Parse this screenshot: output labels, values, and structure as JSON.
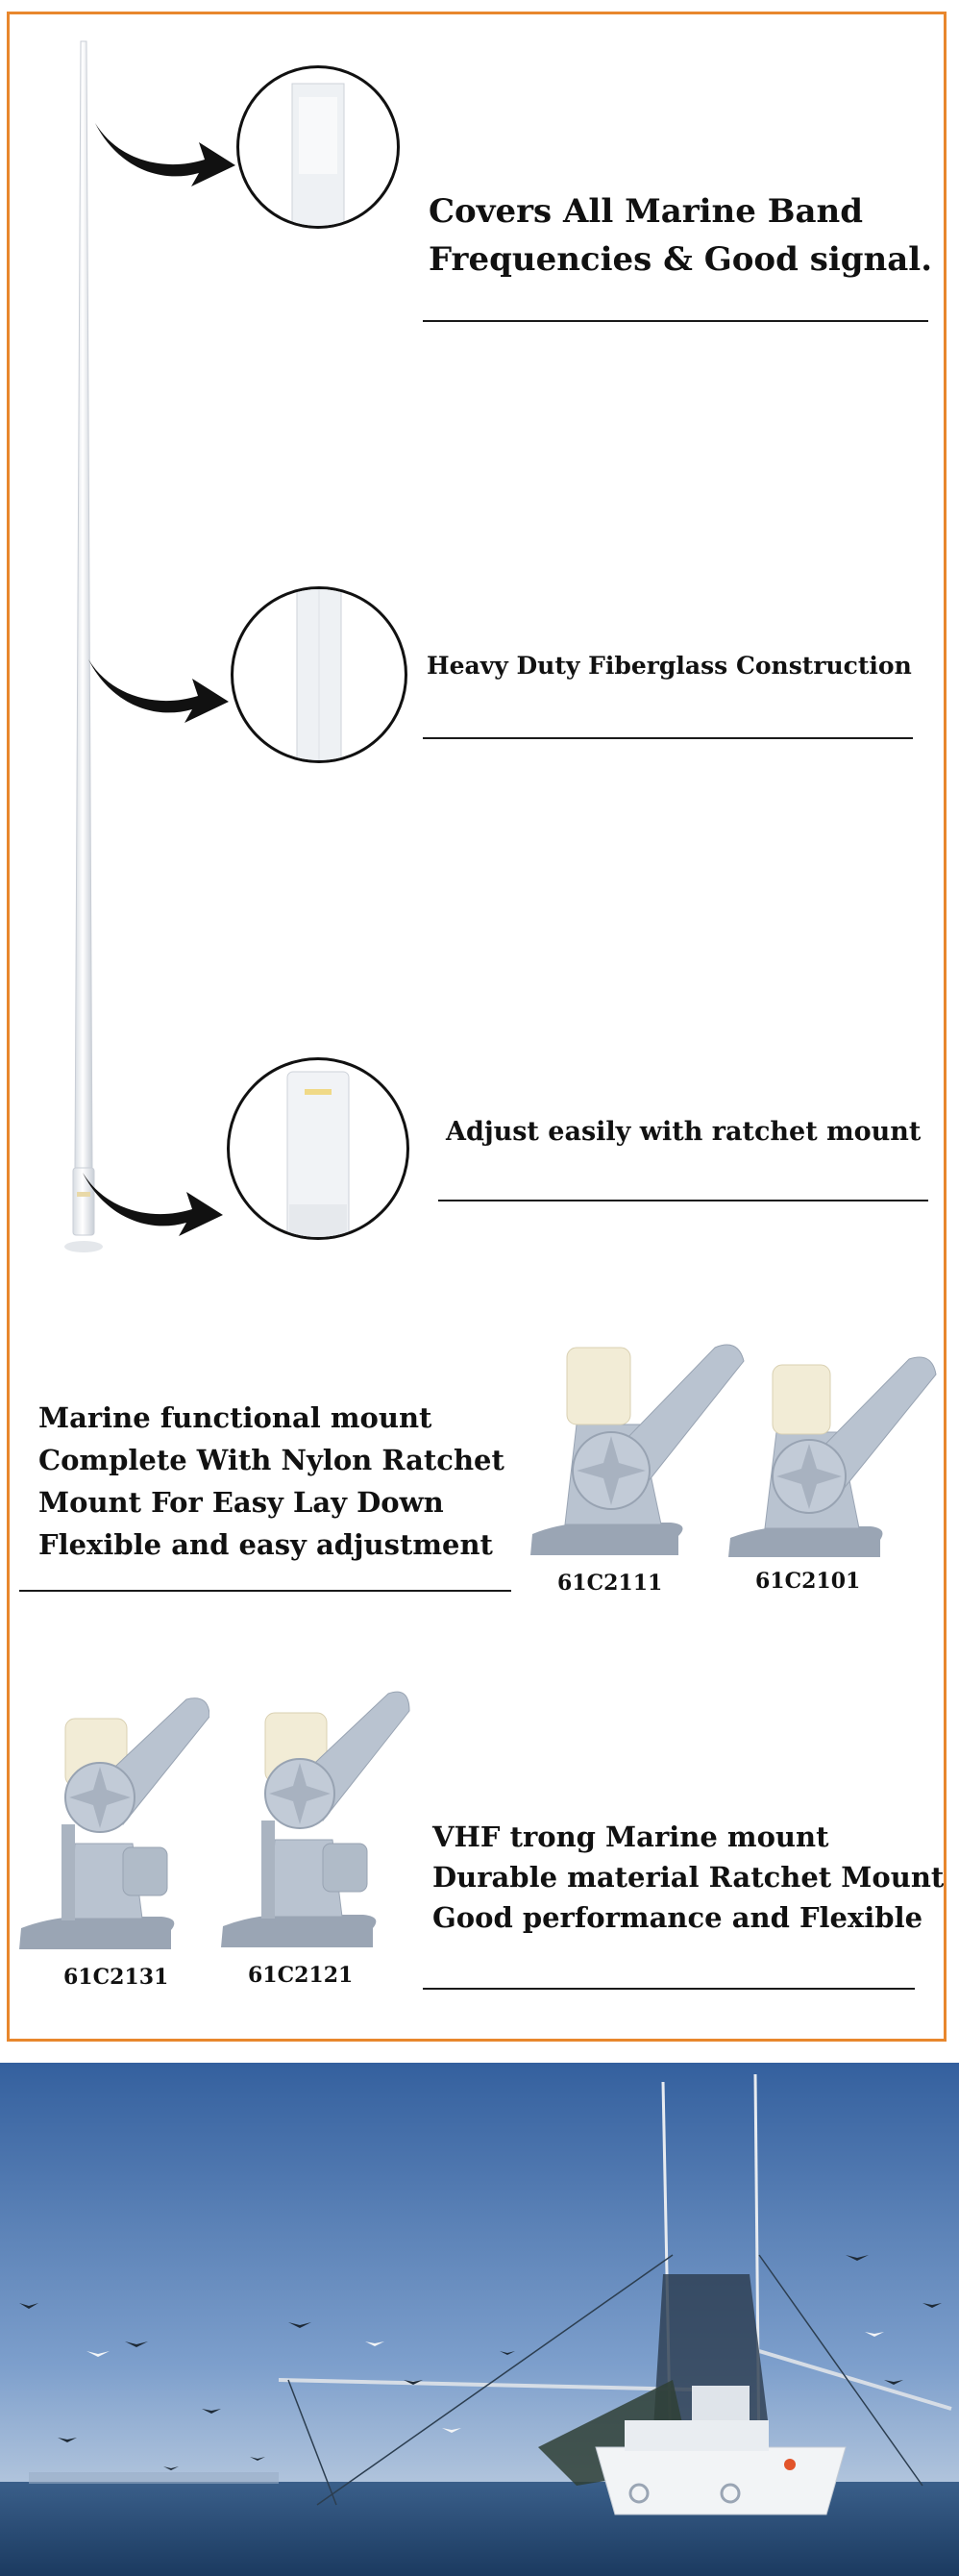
{
  "features": {
    "f1_line1": "Covers All Marine Band",
    "f1_line2": "Frequencies & Good signal.",
    "f2": "Heavy Duty Fiberglass Construction",
    "f3": "Adjust easily with ratchet mount"
  },
  "mount_section_a": {
    "line1": "Marine functional mount",
    "line2": "Complete With Nylon Ratchet",
    "line3": "Mount For Easy Lay Down",
    "line4": "Flexible and easy adjustment",
    "models": [
      "61C2111",
      "61C2101"
    ]
  },
  "mount_section_b": {
    "line1": "VHF trong Marine mount",
    "line2": "Durable material Ratchet Mount",
    "line3": "Good performance  and Flexible",
    "models": [
      "61C2131",
      "61C2121"
    ]
  },
  "colors": {
    "frame_border": "#e8872d",
    "mount_body": "#b9c3d0",
    "sky": "#3e6aa6",
    "sea": "#20436b"
  }
}
